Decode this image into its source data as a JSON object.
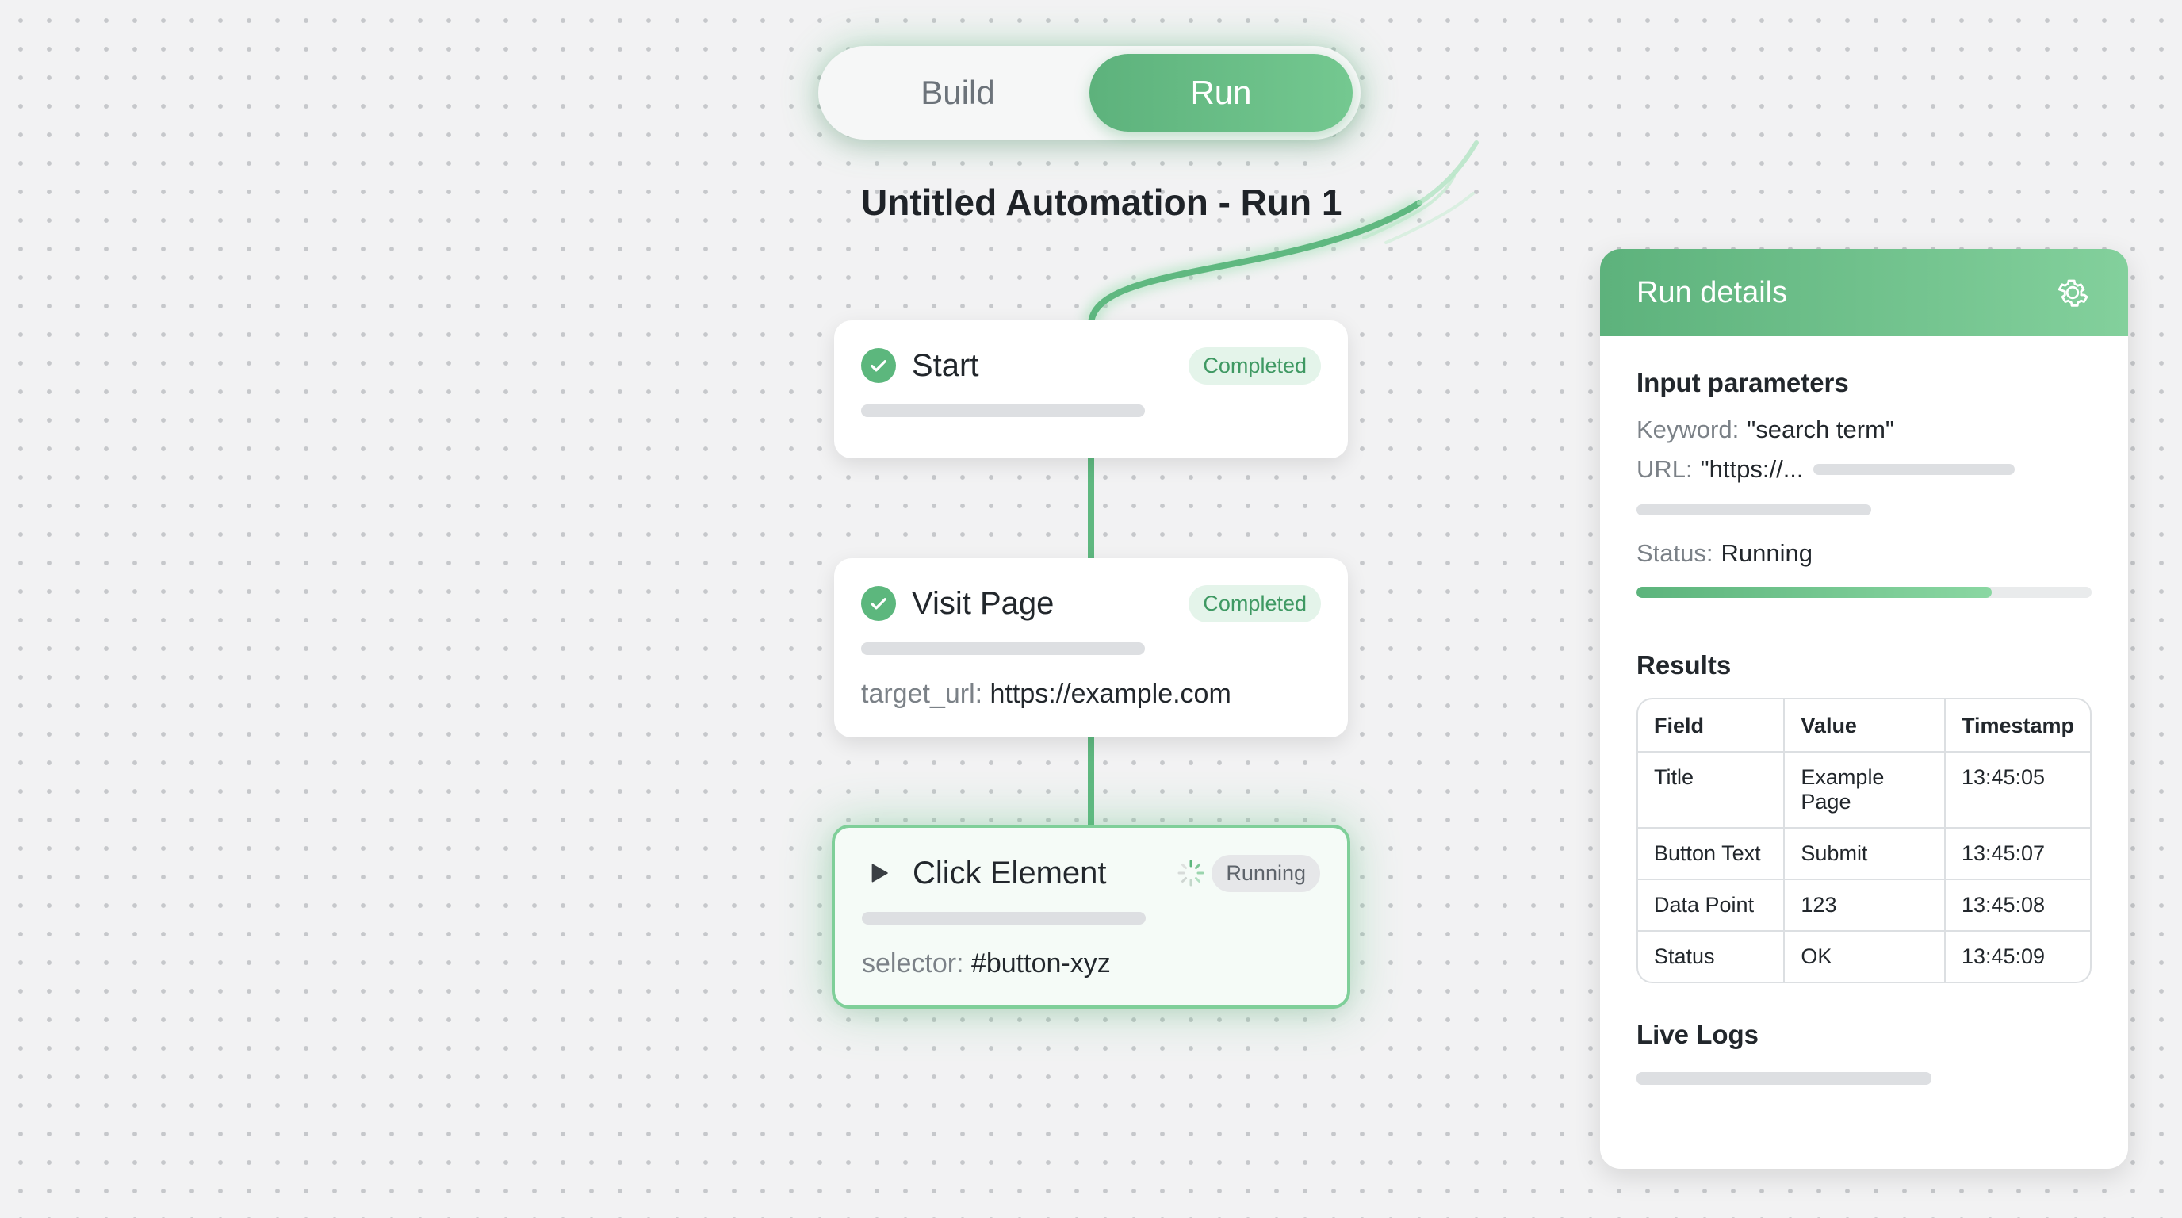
{
  "mode_toggle": {
    "build_label": "Build",
    "run_label": "Run",
    "active": "Run"
  },
  "run_title": "Untitled Automation - Run 1",
  "nodes": [
    {
      "title": "Start",
      "status": "Completed"
    },
    {
      "title": "Visit Page",
      "status": "Completed",
      "field_key": "target_url:",
      "field_value": "https://example.com"
    },
    {
      "title": "Click Element",
      "status": "Running",
      "field_key": "selector:",
      "field_value": "#button-xyz"
    }
  ],
  "panel": {
    "title": "Run details",
    "input_title": "Input parameters",
    "keyword_key": "Keyword:",
    "keyword_value": "\"search term\"",
    "url_key": "URL:",
    "url_value": "\"https://...",
    "status_key": "Status:",
    "status_value": "Running",
    "progress_fraction": 0.78,
    "results_title": "Results",
    "results_columns": [
      "Field",
      "Value",
      "Timestamp"
    ],
    "results_rows": [
      [
        "Title",
        "Example Page",
        "13:45:05"
      ],
      [
        "Button Text",
        "Submit",
        "13:45:07"
      ],
      [
        "Data Point",
        "123",
        "13:45:08"
      ],
      [
        "Status",
        "OK",
        "13:45:09"
      ]
    ],
    "logs_title": "Live Logs"
  },
  "colors": {
    "accent_green": "#5db27c",
    "accent_green_light": "#83d09c",
    "completed_text": "#3f9963",
    "completed_bg": "#e4f4ea",
    "canvas_bg": "#f2f2f3"
  },
  "icons": {
    "completed": "check-circle-icon",
    "running": "play-icon",
    "loading": "spinner-icon",
    "settings": "gear-icon"
  }
}
